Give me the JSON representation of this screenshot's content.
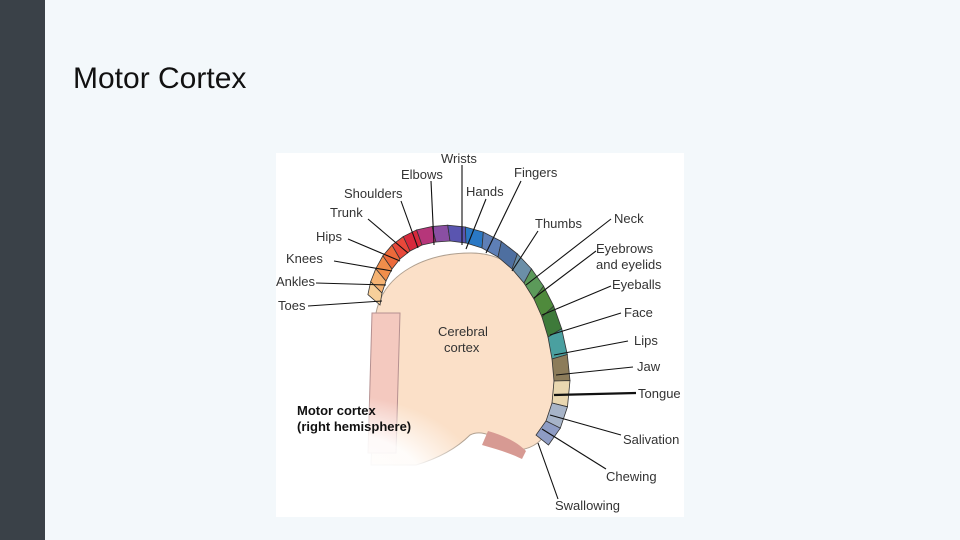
{
  "slide": {
    "title": "Motor Cortex"
  },
  "diagram": {
    "center_label": [
      "Cerebral",
      "cortex"
    ],
    "caption": [
      "Motor cortex",
      "(right hemisphere)"
    ],
    "parts": [
      {
        "name": "Toes",
        "color": "#f7cf9a"
      },
      {
        "name": "Ankles",
        "color": "#f5b373"
      },
      {
        "name": "Knees",
        "color": "#f08e4b"
      },
      {
        "name": "Hips",
        "color": "#ec6a3a"
      },
      {
        "name": "Trunk",
        "color": "#e8483a"
      },
      {
        "name": "Shoulders",
        "color": "#d7293c"
      },
      {
        "name": "Elbows",
        "color": "#b6367a"
      },
      {
        "name": "Wrists",
        "color": "#8a4fa3"
      },
      {
        "name": "Hands",
        "color": "#5a55b0"
      },
      {
        "name": "Fingers",
        "color": "#2a78c4"
      },
      {
        "name": "Thumbs",
        "color": "#5e7fb6"
      },
      {
        "name": "Neck",
        "color": "#4e6fa0"
      },
      {
        "name": "Eyebrows and eyelids",
        "color": "#6b8fa8"
      },
      {
        "name": "Eyeballs",
        "color": "#5c9a5a"
      },
      {
        "name": "Face",
        "color": "#4f8a3c"
      },
      {
        "name": "Lips",
        "color": "#3e7a3a"
      },
      {
        "name": "Jaw",
        "color": "#4aa0a0"
      },
      {
        "name": "Tongue",
        "color": "#8c7c5a"
      },
      {
        "name": "Salivation",
        "color": "#e9d7b0"
      },
      {
        "name": "Chewing",
        "color": "#a7b4c8"
      },
      {
        "name": "Swallowing",
        "color": "#8e9cc4"
      }
    ],
    "labels": {
      "wrists": "Wrists",
      "elbows": "Elbows",
      "fingers": "Fingers",
      "shoulders": "Shoulders",
      "hands": "Hands",
      "trunk": "Trunk",
      "thumbs": "Thumbs",
      "neck": "Neck",
      "hips": "Hips",
      "eyebrows_1": "Eyebrows",
      "eyebrows_2": "and eyelids",
      "knees": "Knees",
      "eyeballs": "Eyeballs",
      "ankles": "Ankles",
      "toes": "Toes",
      "face": "Face",
      "lips": "Lips",
      "jaw": "Jaw",
      "tongue": "Tongue",
      "salivation": "Salivation",
      "chewing": "Chewing",
      "swallowing": "Swallowing"
    }
  }
}
